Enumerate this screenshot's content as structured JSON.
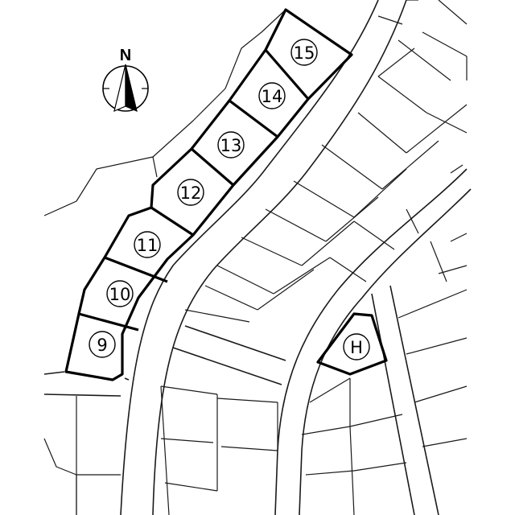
{
  "compass": {
    "label": "N",
    "icon": "north-arrow-icon"
  },
  "lots": [
    {
      "id": "lot-9",
      "label": "9"
    },
    {
      "id": "lot-10",
      "label": "10"
    },
    {
      "id": "lot-11",
      "label": "11"
    },
    {
      "id": "lot-12",
      "label": "12"
    },
    {
      "id": "lot-13",
      "label": "13"
    },
    {
      "id": "lot-14",
      "label": "14"
    },
    {
      "id": "lot-15",
      "label": "15"
    }
  ],
  "marker": {
    "label": "H"
  }
}
